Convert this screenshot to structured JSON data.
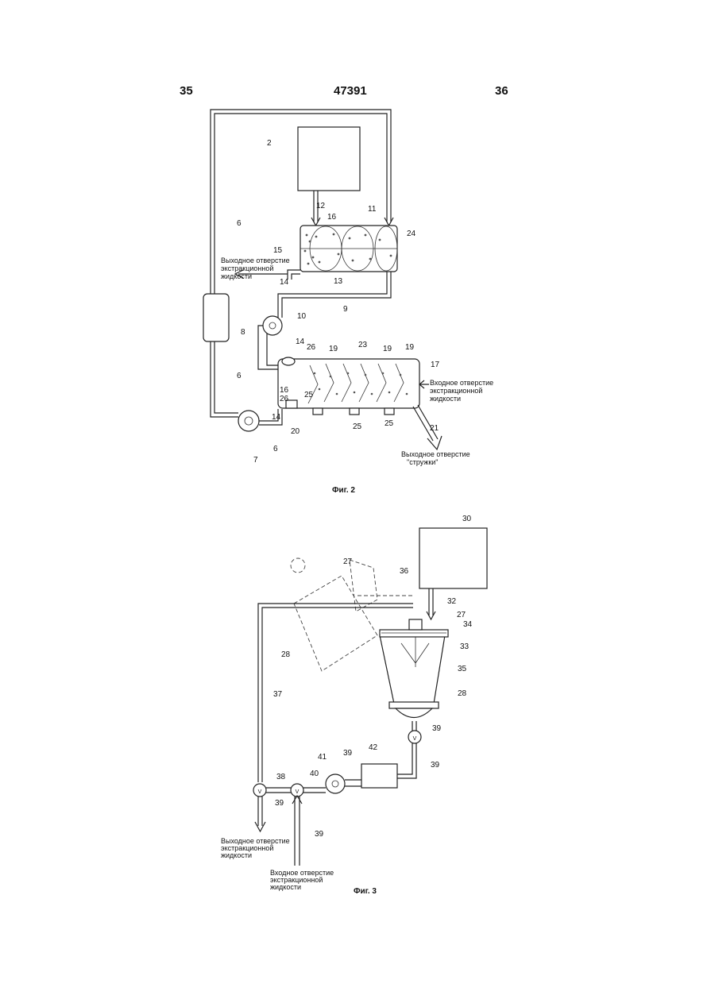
{
  "header": {
    "page_left": "35",
    "doc_number": "47391",
    "page_right": "36"
  },
  "figure2": {
    "caption": "Фиг. 2",
    "refs": [
      "2",
      "6",
      "6",
      "6",
      "7",
      "8",
      "9",
      "10",
      "11",
      "12",
      "13",
      "14",
      "14",
      "14",
      "15",
      "16",
      "16",
      "17",
      "19",
      "19",
      "19",
      "20",
      "21",
      "23",
      "24",
      "25",
      "25",
      "25",
      "26",
      "26"
    ],
    "outlet_liquid": [
      "Выходное отверстие",
      "экстракционной",
      "жидкости"
    ],
    "inlet_liquid": [
      "Входное отверстие",
      "экстракционной",
      "жидкости"
    ],
    "outlet_chips": [
      "Выходное отверстие",
      "\"стружки\""
    ]
  },
  "figure3": {
    "caption": "Фиг. 3",
    "refs": [
      "27",
      "27",
      "28",
      "28",
      "30",
      "32",
      "33",
      "34",
      "35",
      "36",
      "37",
      "38",
      "39",
      "39",
      "39",
      "39",
      "39",
      "40",
      "41",
      "42"
    ],
    "outlet_liquid": [
      "Выходное отверстие",
      "экстракционной",
      "жидкости"
    ],
    "inlet_liquid": [
      "Входное отверстие",
      "экстракционной",
      "жидкости"
    ],
    "valve_symbol": "V"
  }
}
